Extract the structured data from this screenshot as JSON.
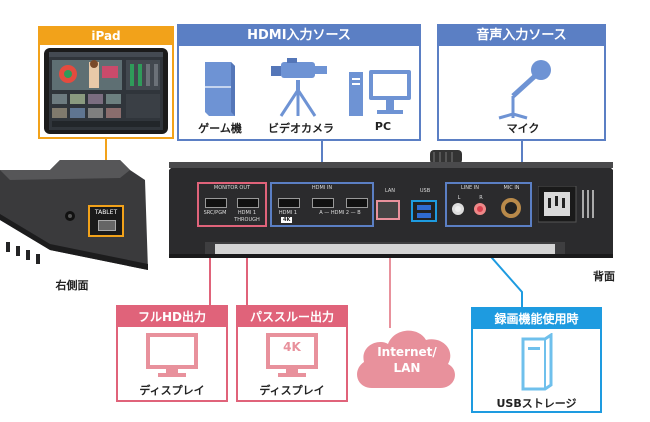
{
  "colors": {
    "ipad": "#f2a21a",
    "hdmi_in": "#5b7fc4",
    "audio_in": "#5b7fc4",
    "monitor_out": "#e0637a",
    "recording": "#1e9be0",
    "cloud": "#e8919c"
  },
  "ipad": {
    "title": "iPad"
  },
  "hdmi_input": {
    "title": "HDMI入力ソース",
    "items": [
      {
        "icon": "game-console-icon",
        "label": "ゲーム機"
      },
      {
        "icon": "video-camera-icon",
        "label": "ビデオカメラ"
      },
      {
        "icon": "pc-icon",
        "label": "PC"
      }
    ]
  },
  "audio_input": {
    "title": "音声入力ソース",
    "items": [
      {
        "icon": "microphone-icon",
        "label": "マイク"
      }
    ]
  },
  "device": {
    "side_label": "右側面",
    "back_label": "背面",
    "tablet_port": "TABLET",
    "ports": {
      "monitor_out": "MONITOR OUT",
      "src_pgm": "SRC/PGM",
      "hdmi1_through": "HDMI 1",
      "through": "THROUGH",
      "hdmi_in": "HDMI IN",
      "hdmi1": "HDMI 1",
      "hdmi_a_b": "A — HDMI 2 — B",
      "fourk": "4K",
      "lan": "LAN",
      "usb": "USB",
      "line_in": "LINE IN",
      "l": "L",
      "r": "R",
      "mic_in": "MIC IN"
    }
  },
  "outputs": {
    "full_hd": {
      "title": "フルHD出力",
      "label": "ディスプレイ"
    },
    "pass_through": {
      "title": "パススルー出力",
      "label": "ディスプレイ",
      "badge": "4K"
    }
  },
  "network": {
    "label_line1": "Internet/",
    "label_line2": "LAN"
  },
  "recording": {
    "title": "録画機能使用時",
    "label": "USBストレージ"
  }
}
